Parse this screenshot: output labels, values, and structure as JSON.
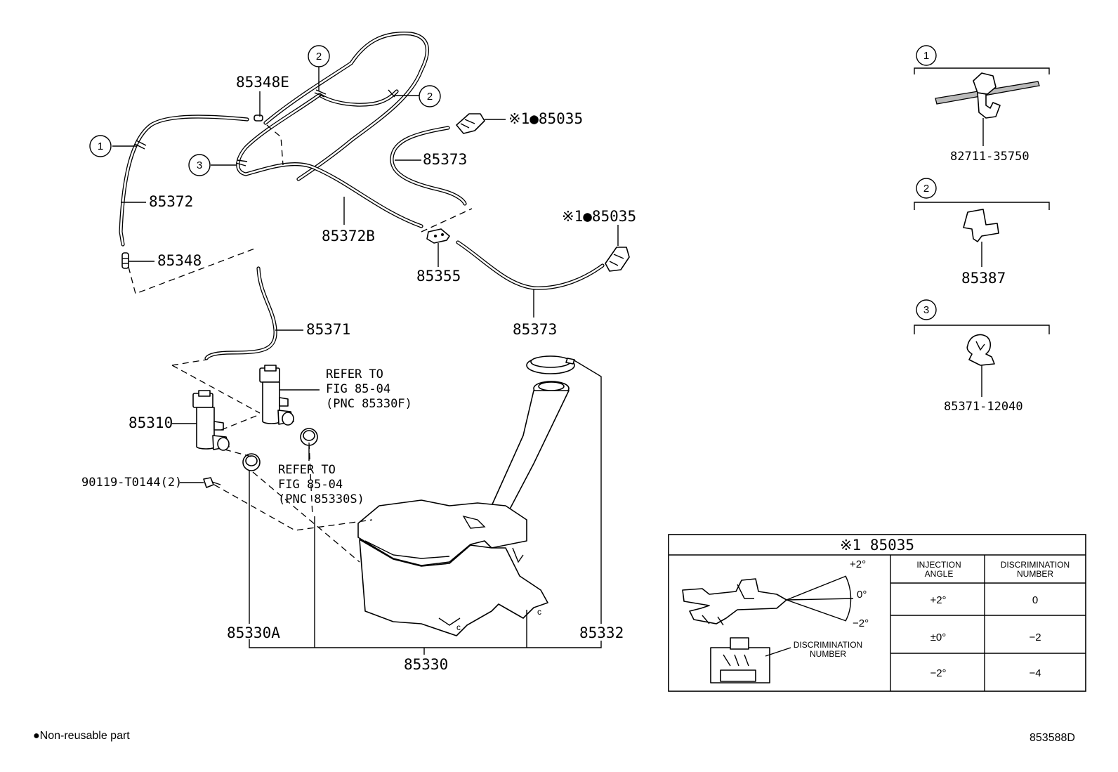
{
  "labels": {
    "p85348E": "85348E",
    "p85035a": "※1●85035",
    "p85373a": "85373",
    "p85372": "85372",
    "p85372B": "85372B",
    "p85035b": "※1●85035",
    "p85348": "85348",
    "p85355": "85355",
    "p85371": "85371",
    "p85373b": "85373",
    "refer1_l1": "REFER TO",
    "refer1_l2": "FIG 85-04",
    "refer1_l3": "(PNC 85330F)",
    "p85310": "85310",
    "refer2_l1": "REFER TO",
    "refer2_l2": "FIG 85-04",
    "refer2_l3": "(PNC 85330S)",
    "p90119": "90119-T0144(2)",
    "p85330A": "85330A",
    "p85332": "85332",
    "p85330": "85330"
  },
  "callouts": {
    "c1": "1",
    "c2": "2",
    "c3": "3"
  },
  "legend_parts": {
    "part1": "82711-35750",
    "part2": "85387",
    "part3": "85371-12040"
  },
  "table": {
    "title": "※1 85035",
    "col_injection": [
      "INJECTION",
      "ANGLE"
    ],
    "col_discrimination": [
      "DISCRIMINATION",
      "NUMBER"
    ],
    "rows": [
      {
        "angle": "+2°",
        "number": "0"
      },
      {
        "angle": "±0°",
        "number": "−2"
      },
      {
        "angle": "−2°",
        "number": "−4"
      }
    ],
    "angle_plus": "+2°",
    "angle_zero": "0°",
    "angle_minus": "−2°",
    "disc_label": [
      "DISCRIMINATION",
      "NUMBER"
    ]
  },
  "footer": {
    "note": "●Non-reusable part",
    "code": "853588D"
  }
}
